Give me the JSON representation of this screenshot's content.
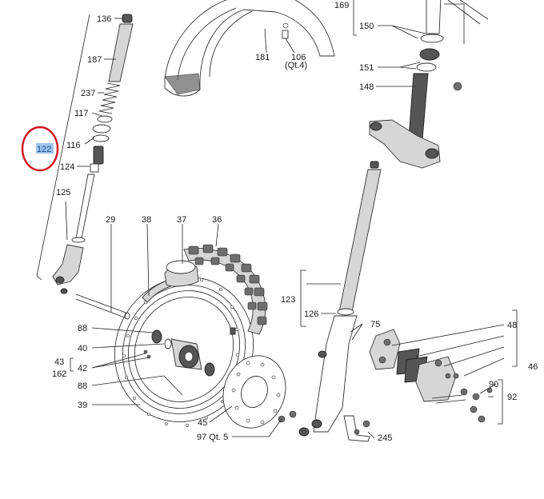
{
  "diagram": {
    "labels": {
      "l136": "136",
      "l187": "187",
      "l237": "237",
      "l117": "117",
      "l116": "116",
      "l122": "122",
      "l124": "124",
      "l125": "125",
      "l29": "29",
      "l38": "38",
      "l37": "37",
      "l36": "36",
      "l181": "181",
      "l106": "106",
      "l106q": "(Qt.4)",
      "l169": "169",
      "l150": "150",
      "l151": "151",
      "l148": "148",
      "l123": "123",
      "l126": "126",
      "l75": "75",
      "l48": "48",
      "l46": "46",
      "l90": "90",
      "l92": "92",
      "l88a": "88",
      "l40": "40",
      "l42": "42",
      "l43": "43",
      "l162": "162",
      "l88b": "88",
      "l39": "39",
      "l45": "45",
      "l97": "97 Qt. 5",
      "l245": "245"
    },
    "selected_label": "122",
    "highlight_color": "#9cc3ec",
    "annotation_color": "#d0141e"
  }
}
